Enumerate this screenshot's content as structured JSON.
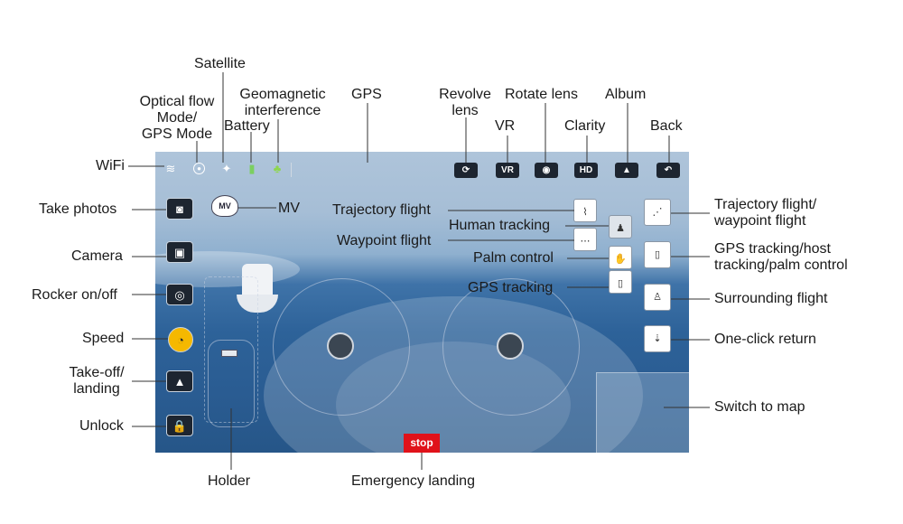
{
  "labels": {
    "wifi": "WiFi",
    "optical_flow": "Optical flow\nMode/\nGPS Mode",
    "satellite": "Satellite",
    "battery": "Battery",
    "geomagnetic": "Geomagnetic\ninterference",
    "gps": "GPS",
    "revolve_lens": "Revolve\nlens",
    "vr": "VR",
    "rotate_lens": "Rotate lens",
    "clarity": "Clarity",
    "album": "Album",
    "back": "Back",
    "take_photos": "Take photos",
    "mv": "MV",
    "camera": "Camera",
    "rocker": "Rocker on/off",
    "speed": "Speed",
    "takeoff": "Take-off/\nlanding",
    "unlock": "Unlock",
    "holder": "Holder",
    "emergency": "Emergency landing",
    "trajectory_flight": "Trajectory flight",
    "human_tracking": "Human tracking",
    "waypoint_flight": "Waypoint flight",
    "palm_control": "Palm control",
    "gps_tracking": "GPS tracking",
    "trajectory_waypoint": "Trajectory flight/\nwaypoint flight",
    "gps_host_palm": "GPS tracking/host\ntracking/palm control",
    "surrounding_flight": "Surrounding flight",
    "one_click_return": "One-click return",
    "switch_map": "Switch to map"
  },
  "screen": {
    "stop_label": "stop",
    "mv_badge": "MV",
    "vr_badge": "VR",
    "hd_badge": "HD"
  },
  "icons": {
    "wifi": "wifi-icon",
    "mode": "gear-icon",
    "satellite": "satellite-icon",
    "battery": "battery-icon",
    "geomagnetic": "magnet-icon",
    "revolve": "revolve-icon",
    "rotate": "rotate-icon",
    "album": "image-icon",
    "back": "back-arrow-icon",
    "camera": "camera-icon",
    "rocker": "gamepad-icon",
    "speed": "speed-icon",
    "takeoff": "triangle-up-icon",
    "unlock": "lock-icon"
  },
  "colors": {
    "stop": "#e0121a",
    "speed": "#f5b800",
    "button_dark": "#1d2530"
  }
}
